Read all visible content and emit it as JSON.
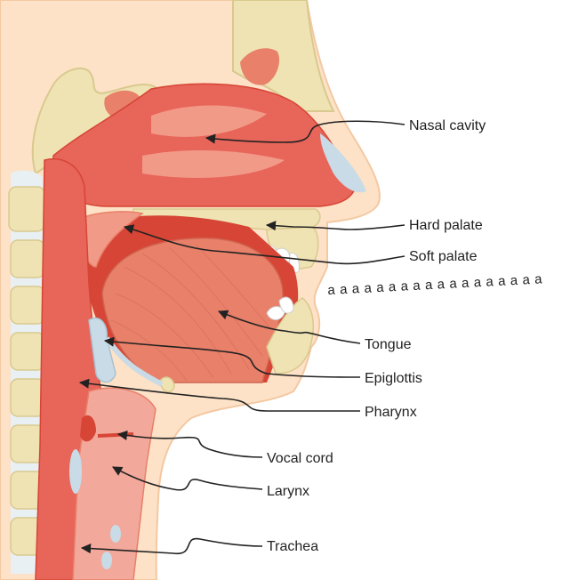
{
  "labels": {
    "nasal_cavity": "Nasal cavity",
    "hard_palate": "Hard palate",
    "soft_palate": "Soft palate",
    "tongue": "Tongue",
    "epiglottis": "Epiglottis",
    "pharynx": "Pharynx",
    "vocal_cord": "Vocal cord",
    "larynx": "Larynx",
    "trachea": "Trachea"
  },
  "sound": "a a a a a a a a a a a a a a a a a a",
  "colors": {
    "tissue": "#e8655a",
    "tissue_light": "#f29a88",
    "tissue_dark": "#d64535",
    "bone": "#efe3b4",
    "bone_dark": "#d9c98f",
    "skin": "#fde2c7",
    "skin_edge": "#f3c8a2",
    "cartilage": "#c9dbe6",
    "line": "#222222"
  }
}
